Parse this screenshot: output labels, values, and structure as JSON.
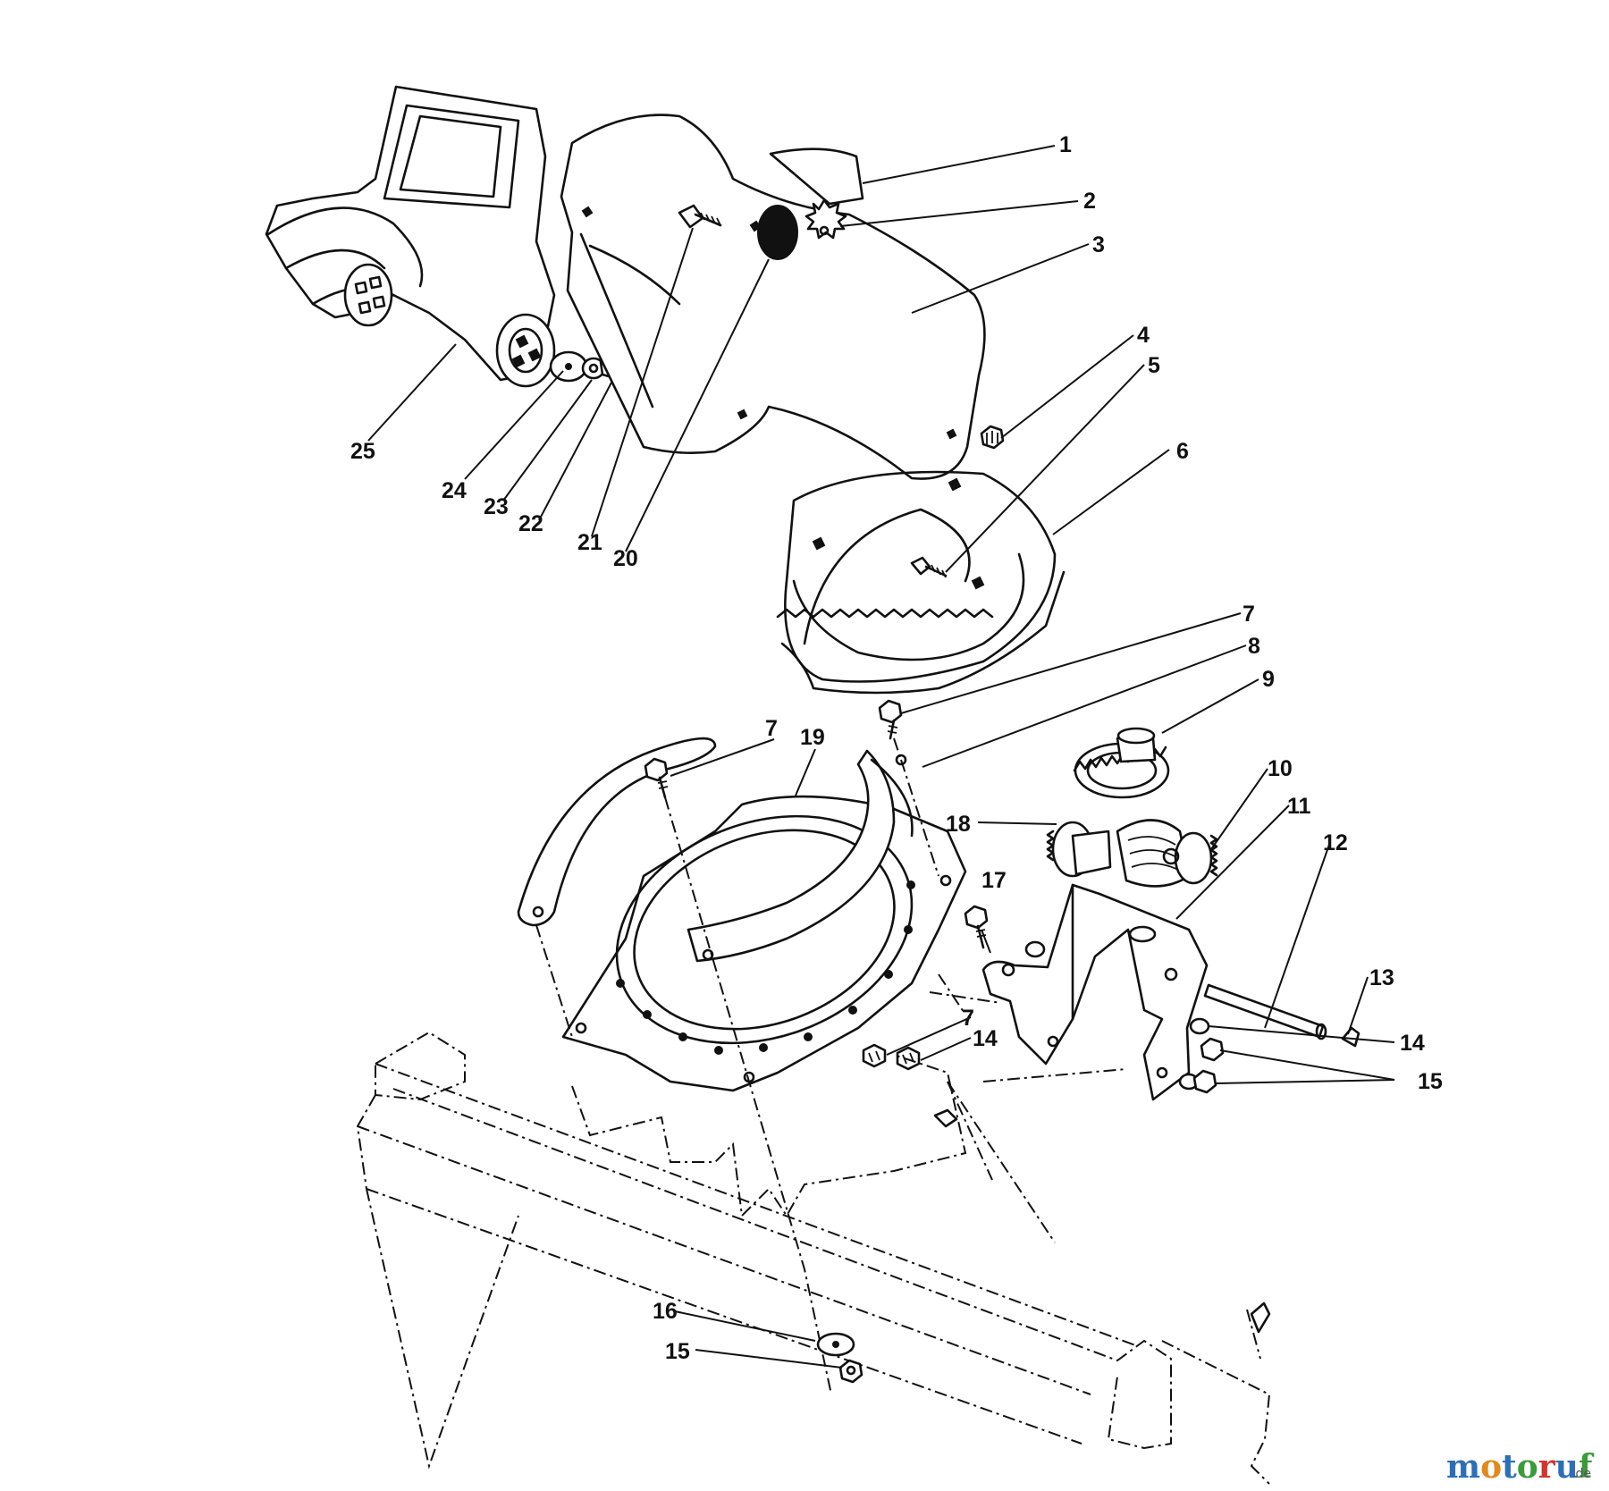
{
  "callouts": {
    "p1": "1",
    "p2": "2",
    "p3": "3",
    "p4": "4",
    "p5": "5",
    "p6": "6",
    "p7a": "7",
    "p8": "8",
    "p9": "9",
    "p7b": "7",
    "p19": "19",
    "p10": "10",
    "p11": "11",
    "p18": "18",
    "p12": "12",
    "p17": "17",
    "p13": "13",
    "p7c": "7",
    "p14a": "14",
    "p14b": "14",
    "p15a": "15",
    "p16": "16",
    "p15b": "15",
    "p25": "25",
    "p24": "24",
    "p23": "23",
    "p22": "22",
    "p21": "21",
    "p20": "20"
  },
  "watermark": {
    "letters": [
      "m",
      "o",
      "t",
      "o",
      "r",
      "u",
      "f"
    ],
    "colors": [
      "#2d6fb7",
      "#e08a1c",
      "#2d6fb7",
      "#3a9b3a",
      "#d0342c",
      "#2d6fb7",
      "#3a9b3a"
    ],
    "suffix": ".de"
  }
}
